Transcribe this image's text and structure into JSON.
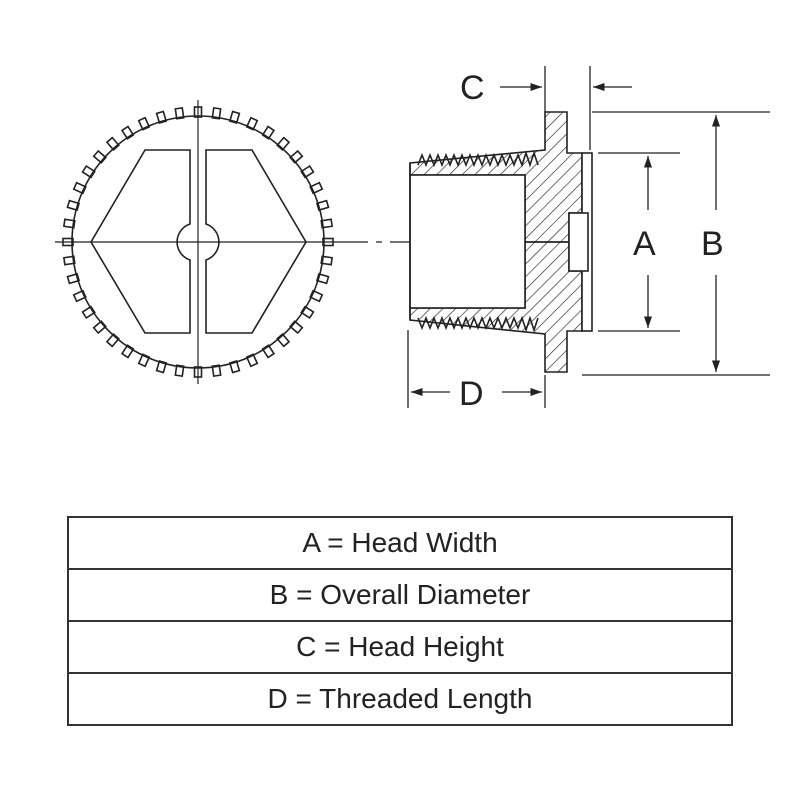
{
  "dimension_labels": {
    "a": "A",
    "b": "B",
    "c": "C",
    "d": "D"
  },
  "legend": {
    "rows": [
      "A = Head Width",
      "B = Overall Diameter",
      "C = Head Height",
      "D = Threaded Length"
    ]
  },
  "colors": {
    "line": "#222222",
    "background": "#ffffff"
  }
}
